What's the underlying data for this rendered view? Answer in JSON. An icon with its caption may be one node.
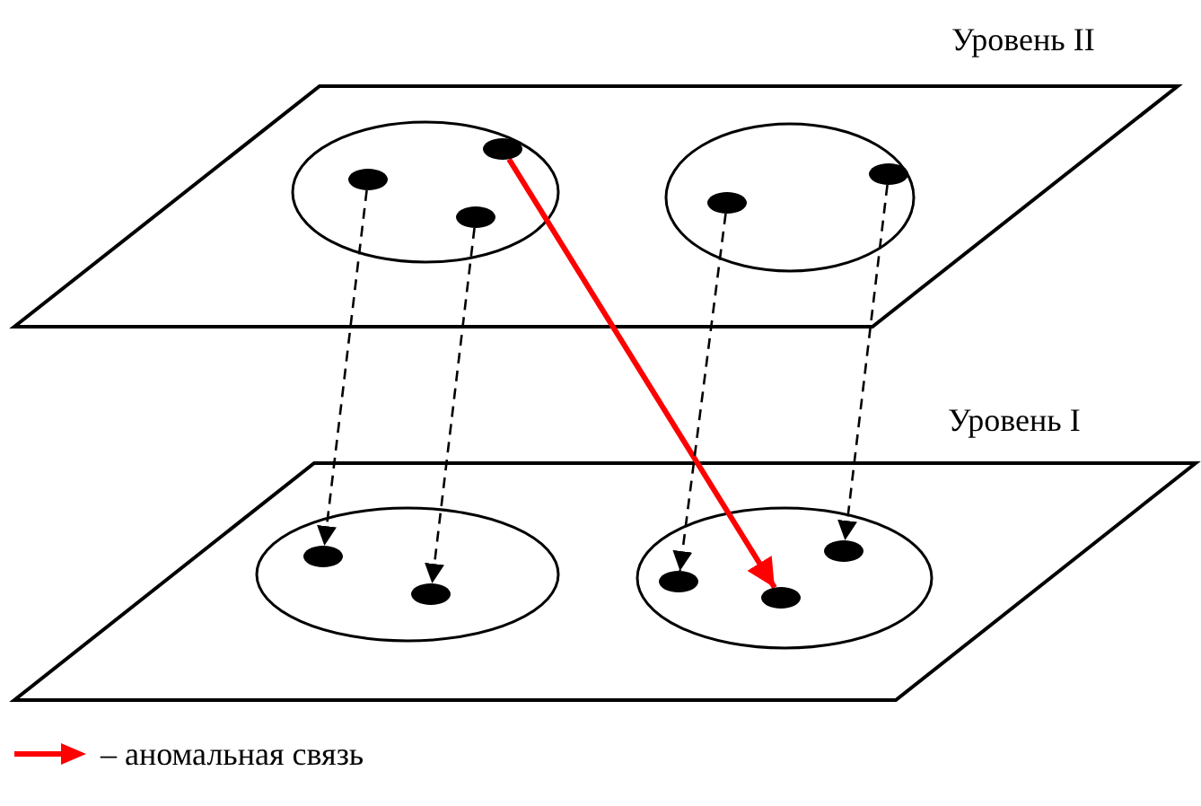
{
  "diagram": {
    "nodes": [
      {
        "text": [
          "Уровень II"
        ]
      },
      {
        "text": [],
        "shape": "circle",
        "in": 0
      },
      {
        "text": [],
        "shape": "circle",
        "in": 1
      },
      {
        "text": [],
        "shape": "circle",
        "in": 1
      },
      {
        "text": [],
        "shape": "circle",
        "in": 1
      },
      {
        "text": [],
        "shape": "circle",
        "in": 0
      },
      {
        "text": [],
        "shape": "circle",
        "in": 5
      },
      {
        "text": [],
        "shape": "circle",
        "in": 5
      },
      {
        "text": [
          "Уровень I"
        ]
      },
      {
        "text": [],
        "shape": "circle",
        "in": 8
      },
      {
        "text": [],
        "shape": "circle",
        "in": 9
      },
      {
        "text": [],
        "shape": "circle",
        "in": 9
      },
      {
        "text": [],
        "shape": "circle",
        "in": 8
      },
      {
        "text": [],
        "shape": "circle",
        "in": 12
      },
      {
        "text": [],
        "shape": "circle",
        "in": 12
      },
      {
        "text": [],
        "shape": "circle",
        "in": 12
      }
    ],
    "edges": [
      {
        "from": 2,
        "to": 10,
        "arrow": "to",
        "style": "dashed"
      },
      {
        "from": 3,
        "to": 11,
        "arrow": "to",
        "style": "dashed"
      },
      {
        "from": 4,
        "to": 14,
        "arrow": "to",
        "style": "thick",
        "color": "#ff0000"
      },
      {
        "from": 6,
        "to": 13,
        "arrow": "to",
        "style": "dashed"
      },
      {
        "from": 7,
        "to": 15,
        "arrow": "to",
        "style": "dashed"
      }
    ],
    "legend": [
      {
        "text": "– аномальная связь"
      }
    ]
  }
}
